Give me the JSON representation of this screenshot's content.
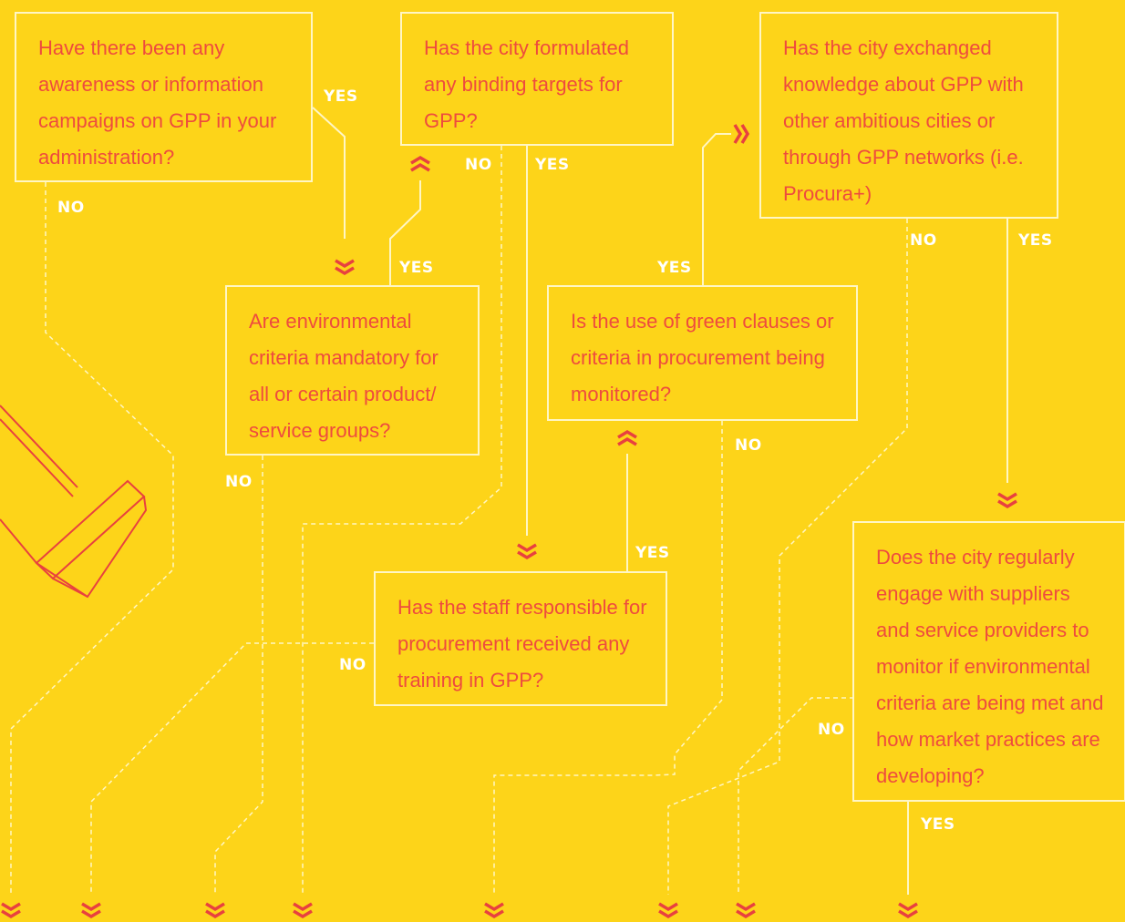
{
  "colors": {
    "background": "#FDD419",
    "question_text": "#EE4B3E",
    "connector_line": "#FFF6C4",
    "arrow": "#E8413F",
    "label": "#FFFFFF"
  },
  "questions": {
    "q1": "Have there been any awareness or information campaigns on GPP in your administration?",
    "q2": "Has the city formulated any binding targets for GPP?",
    "q3": "Has the city exchanged knowledge about GPP with other ambitious cities or through GPP networks (i.e. Procura+)",
    "q4": "Are environmental criteria mandatory for all or certain product/ service groups?",
    "q5": "Is the use of green clauses or criteria in procurement being monitored?",
    "q6": "Has the staff responsible for procurement received any training in GPP?",
    "q7": "Does the city regularly engage with suppliers and service providers to monitor if environmental criteria are being met and how market practices are developing?"
  },
  "labels": {
    "yes": "YES",
    "no": "NO"
  },
  "icons": [
    "chevron-double-down-icon",
    "chevron-double-up-icon",
    "chevron-double-right-icon"
  ]
}
